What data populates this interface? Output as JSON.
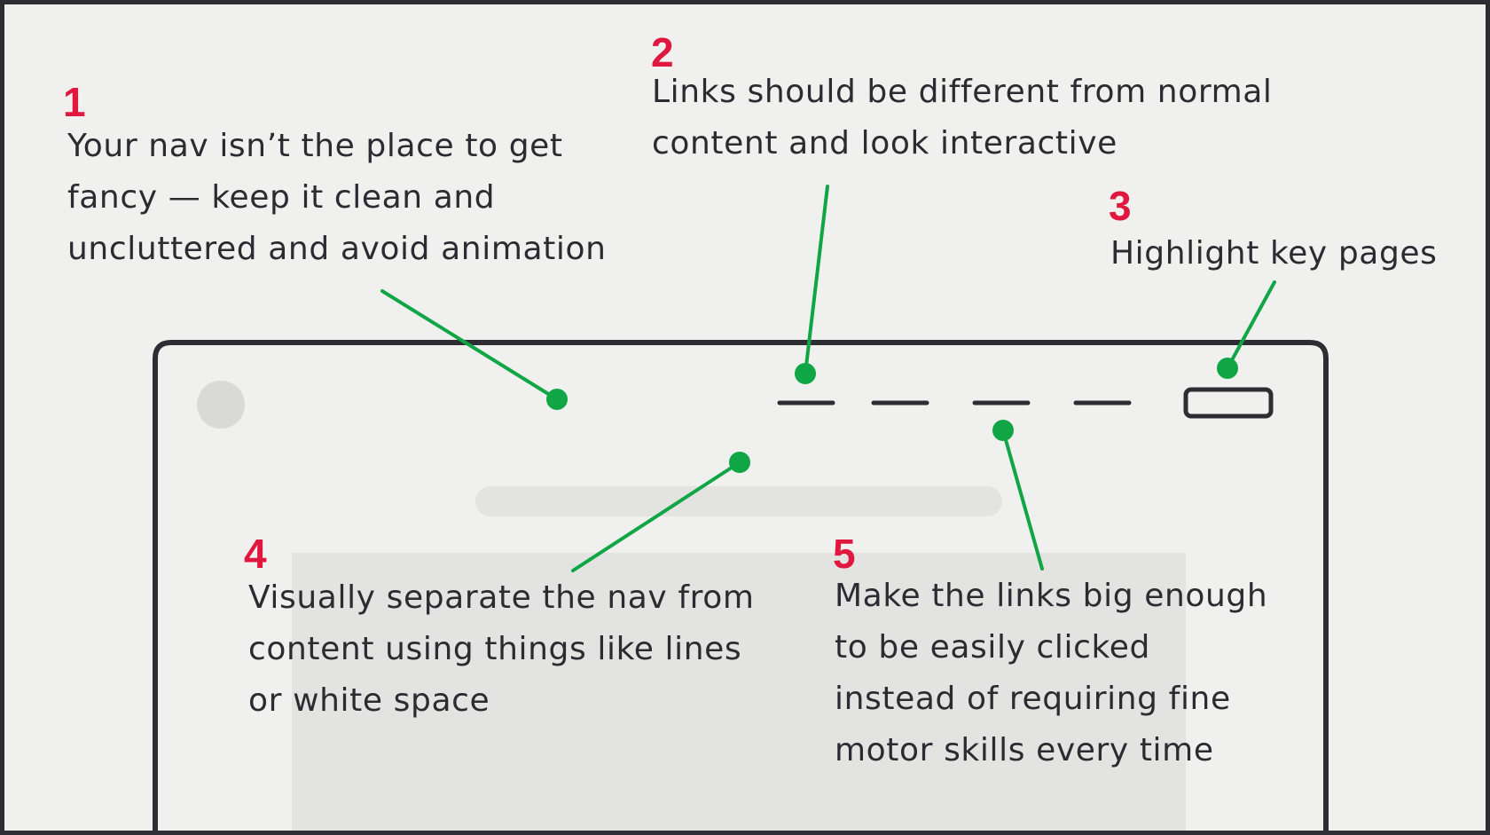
{
  "callouts": [
    {
      "number": "1",
      "lines": [
        "Your nav isn’t the place to get",
        "fancy — keep it clean and",
        "uncluttered and avoid animation"
      ]
    },
    {
      "number": "2",
      "lines": [
        "Links should be different from normal",
        "content and look interactive"
      ]
    },
    {
      "number": "3",
      "lines": [
        "Highlight key pages"
      ]
    },
    {
      "number": "4",
      "lines": [
        "Visually separate the nav from",
        "content using things like lines",
        "or white space"
      ]
    },
    {
      "number": "5",
      "lines": [
        "Make the links big enough",
        "to be easily clicked",
        "instead of requiring fine",
        "motor skills every time"
      ]
    }
  ],
  "colors": {
    "background": "#f0f0ee",
    "frame": "#2e2d33",
    "number_accent": "#e0173f",
    "pointer_green": "#10a646",
    "placeholder_gray": "#e3e3e1",
    "logo_gray": "#d9d9d8",
    "text": "#2c2b31"
  },
  "wireframe": {
    "nav_link_count": 4,
    "highlighted_link_count": 1,
    "logo_icon": "circle-placeholder-icon"
  }
}
